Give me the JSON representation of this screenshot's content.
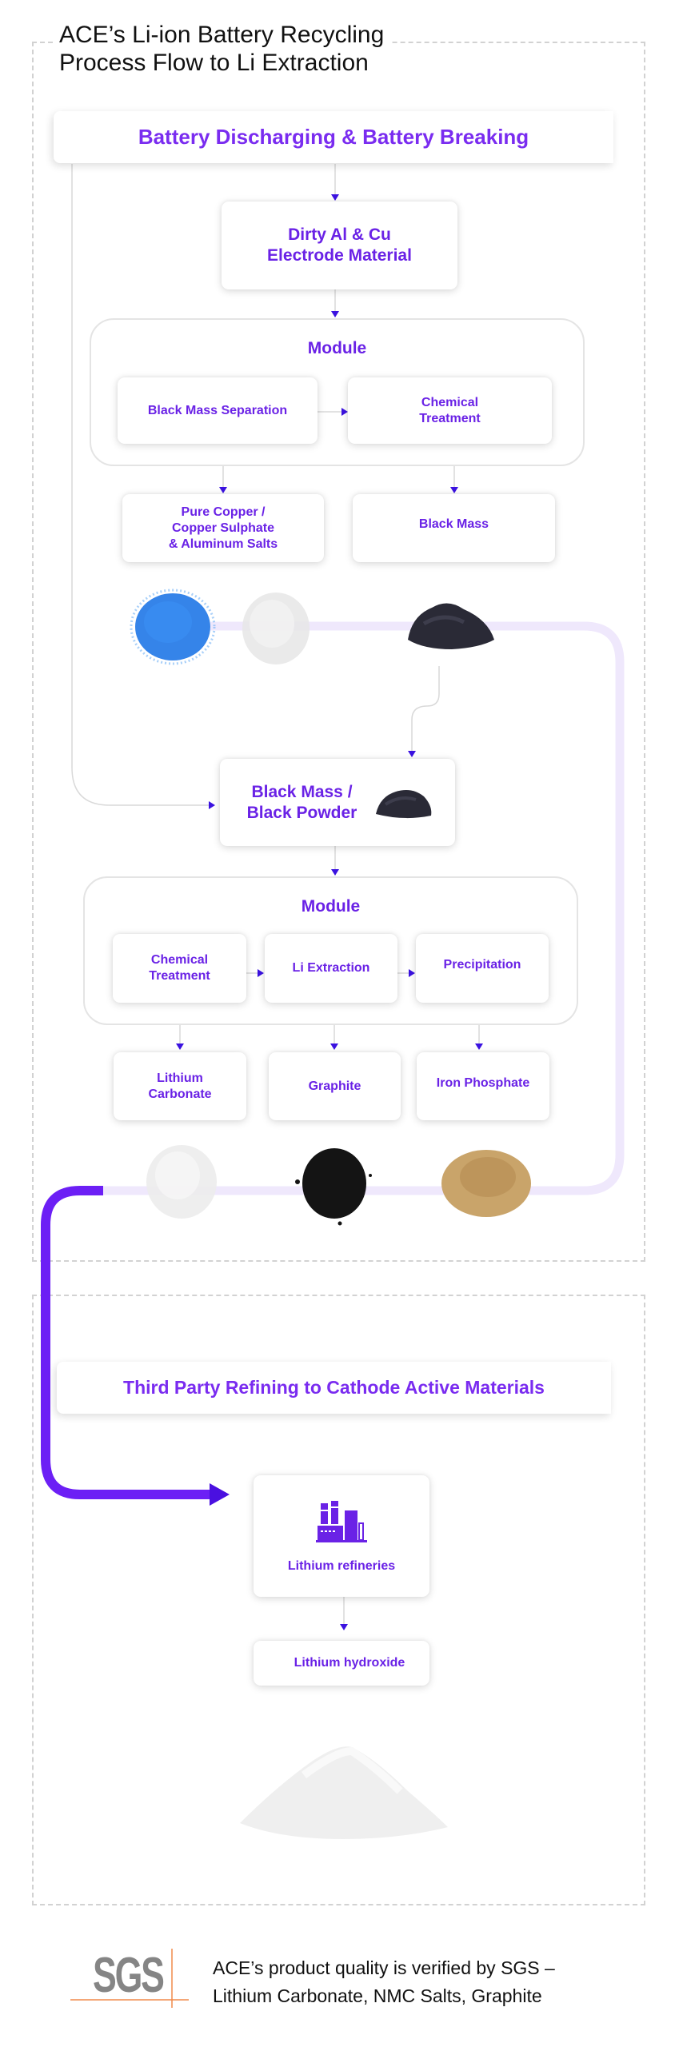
{
  "title": {
    "line1": "ACE’s Li-ion Battery Recycling",
    "line2": "Process Flow to Li Extraction"
  },
  "colors": {
    "accent_text": "#6a22e6",
    "banner_text": "#7a2cf0",
    "arrow": "#3b12e0",
    "connector": "#d9d9d9",
    "flow_band_light": "#efe8fc",
    "flow_band_dark": "#6c1ff5",
    "sgs_gray": "#858585",
    "sgs_orange": "#f08a4b"
  },
  "section1": {
    "banner": "Battery Discharging & Battery Breaking",
    "electrode_box": {
      "line1": "Dirty Al & Cu",
      "line2": "Electrode Material"
    },
    "module1": {
      "title": "Module",
      "steps": [
        {
          "label": "Black Mass Separation"
        },
        {
          "line1": "Chemical",
          "line2": "Treatment"
        }
      ]
    },
    "outputs1": [
      {
        "line1": "Pure Copper /",
        "line2": "Copper Sulphate",
        "line3": "& Aluminum Salts"
      },
      {
        "label": "Black Mass"
      }
    ],
    "powders1": [
      {
        "name": "blue copper sulphate powder",
        "color": "#2a7de8"
      },
      {
        "name": "white aluminum salts powder",
        "color": "#e4e4e4"
      },
      {
        "name": "black mass powder",
        "color": "#2a2a36"
      }
    ],
    "black_powder_box": {
      "line1": "Black Mass /",
      "line2": "Black Powder"
    },
    "module2": {
      "title": "Module",
      "steps": [
        {
          "line1": "Chemical",
          "line2": "Treatment"
        },
        {
          "label": "Li Extraction"
        },
        {
          "label": "Precipitation"
        }
      ]
    },
    "outputs2": [
      {
        "line1": "Lithium",
        "line2": "Carbonate"
      },
      {
        "label": "Graphite"
      },
      {
        "label": "Iron Phosphate"
      }
    ],
    "powders2": [
      {
        "name": "white lithium carbonate powder",
        "color": "#ececec"
      },
      {
        "name": "black graphite powder",
        "color": "#141414"
      },
      {
        "name": "tan iron phosphate powder",
        "color": "#c9a46a"
      }
    ]
  },
  "section2": {
    "banner": "Third Party Refining to Cathode Active Materials",
    "refineries_box": {
      "icon": "factory-icon",
      "label": "Lithium refineries"
    },
    "hydroxide_box": {
      "label": "Lithium hydroxide"
    },
    "powder": {
      "name": "white lithium hydroxide powder pile",
      "color": "#f1f1f1"
    }
  },
  "footer": {
    "logo_text": "SGS",
    "line1": "ACE’s product quality is verified by SGS –",
    "line2": "Lithium Carbonate, NMC Salts, Graphite"
  }
}
